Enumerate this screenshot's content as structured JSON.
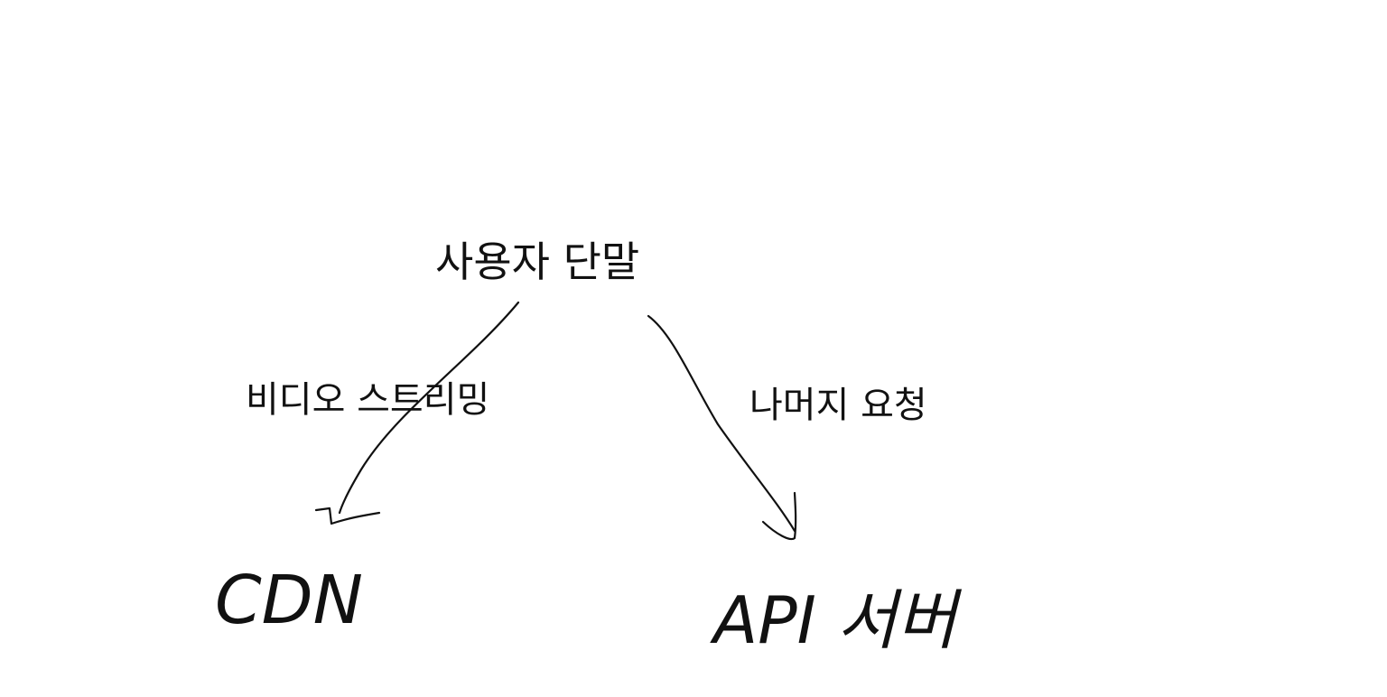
{
  "nodes": {
    "client": {
      "label": "사용자 단말"
    },
    "cdn": {
      "label": "CDN"
    },
    "api": {
      "label": "API 서버"
    }
  },
  "edges": {
    "client_to_cdn": {
      "label": "비디오 스트리밍"
    },
    "client_to_api": {
      "label": "나머지 요청"
    }
  },
  "colors": {
    "ink": "#111111",
    "background": "#ffffff"
  }
}
